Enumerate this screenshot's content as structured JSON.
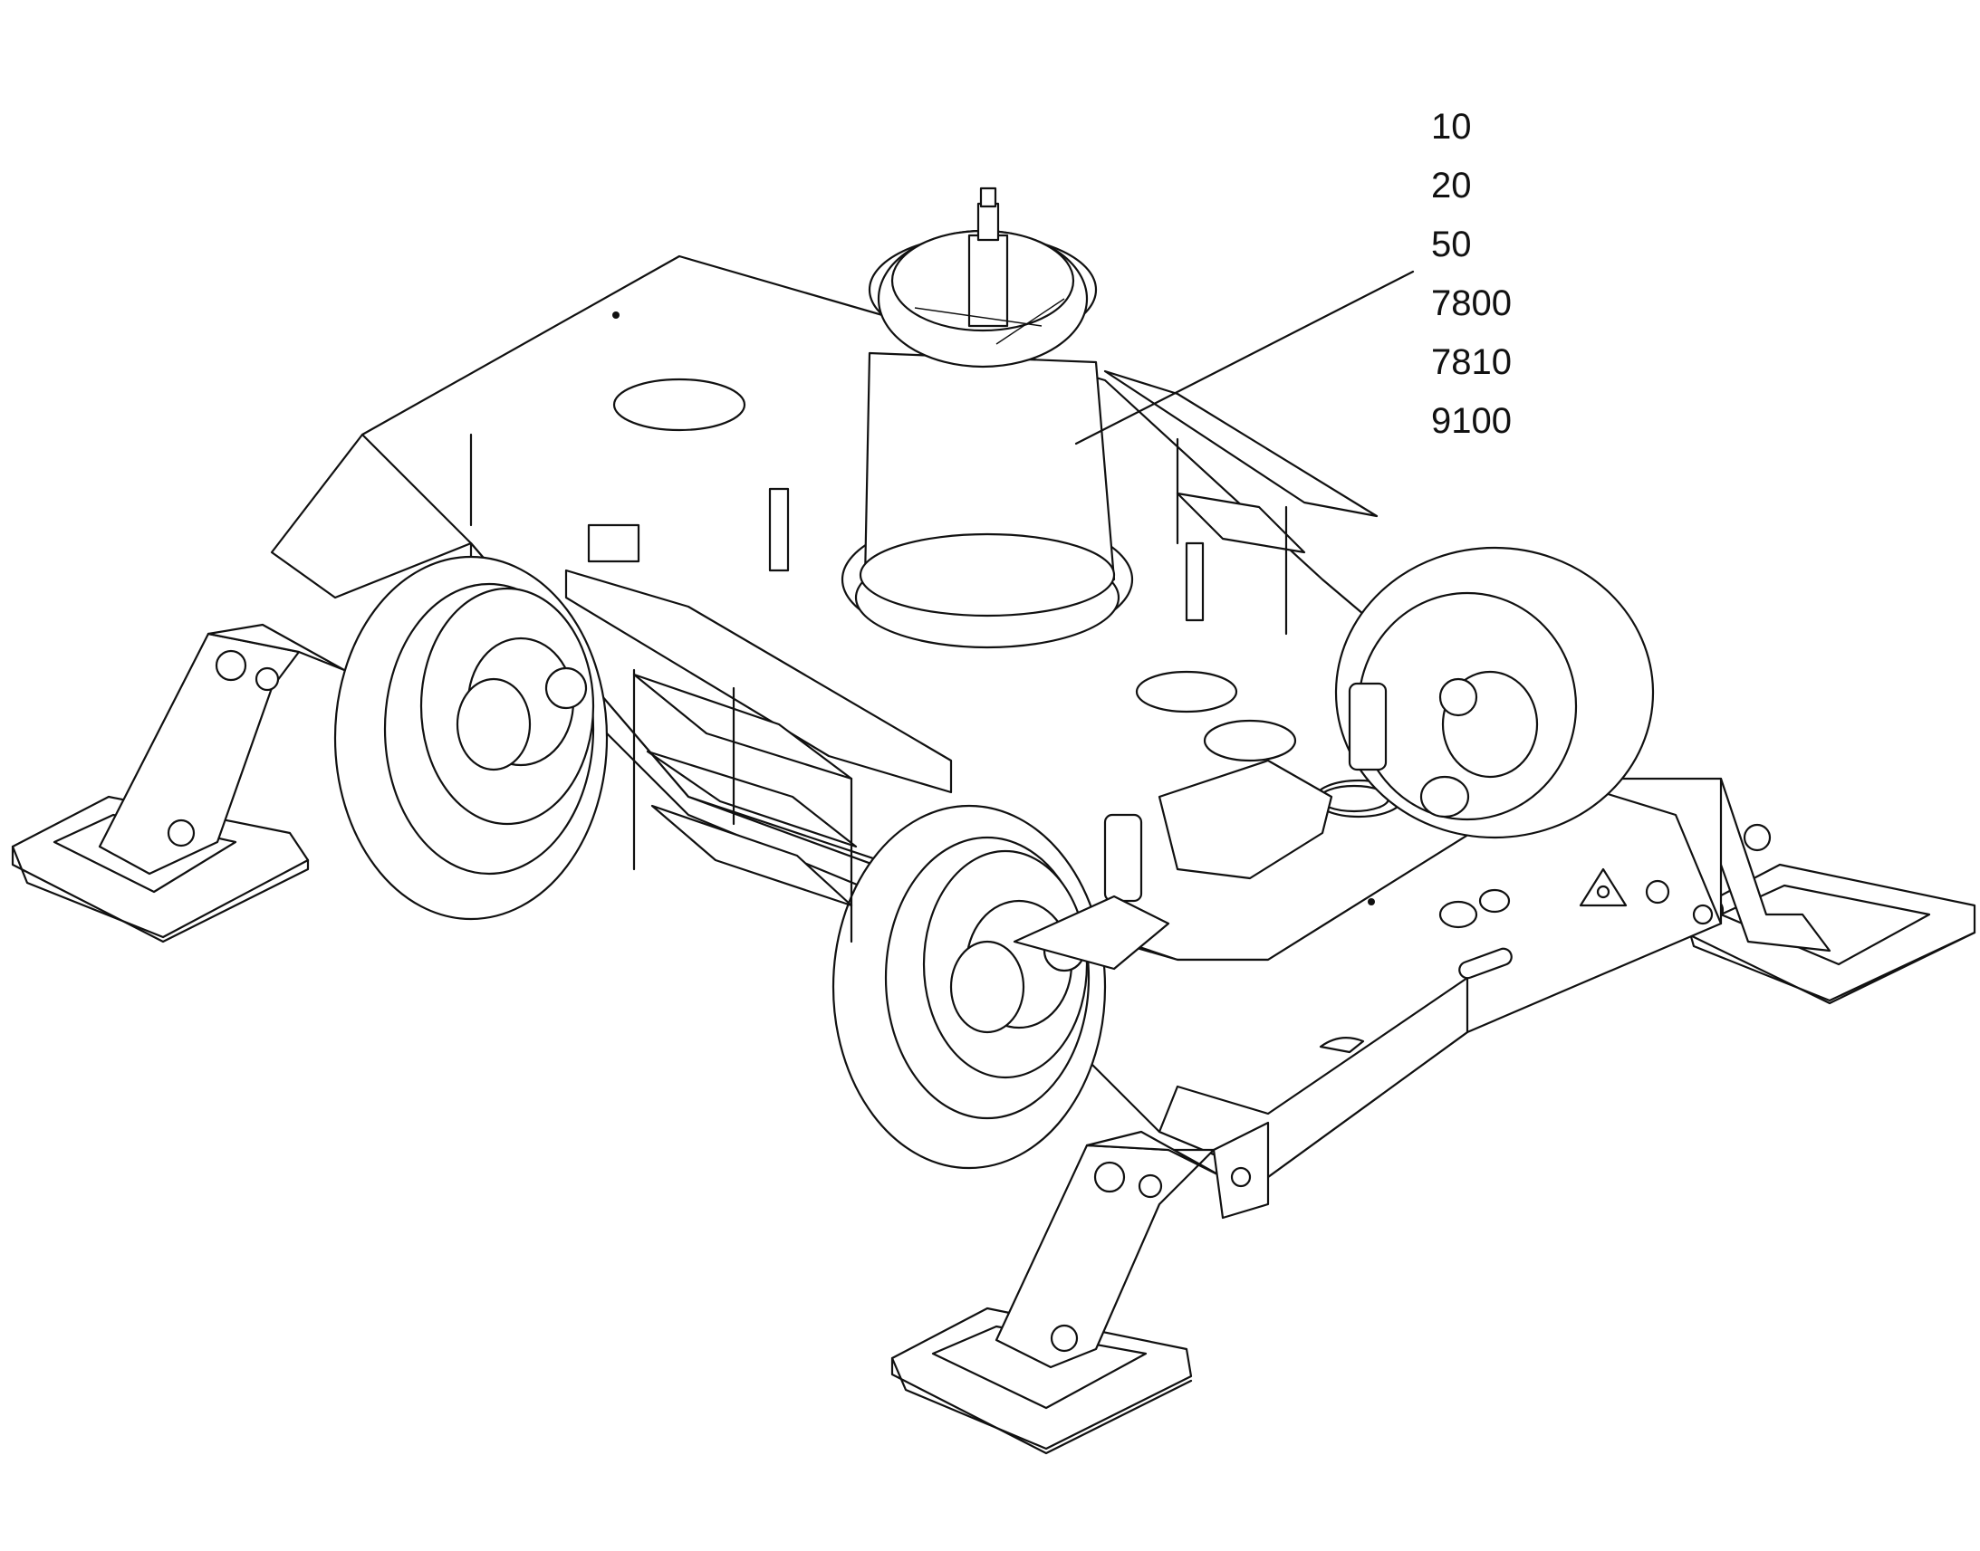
{
  "callout_labels": [
    "10",
    "20",
    "50",
    "7800",
    "7810",
    "9100"
  ]
}
